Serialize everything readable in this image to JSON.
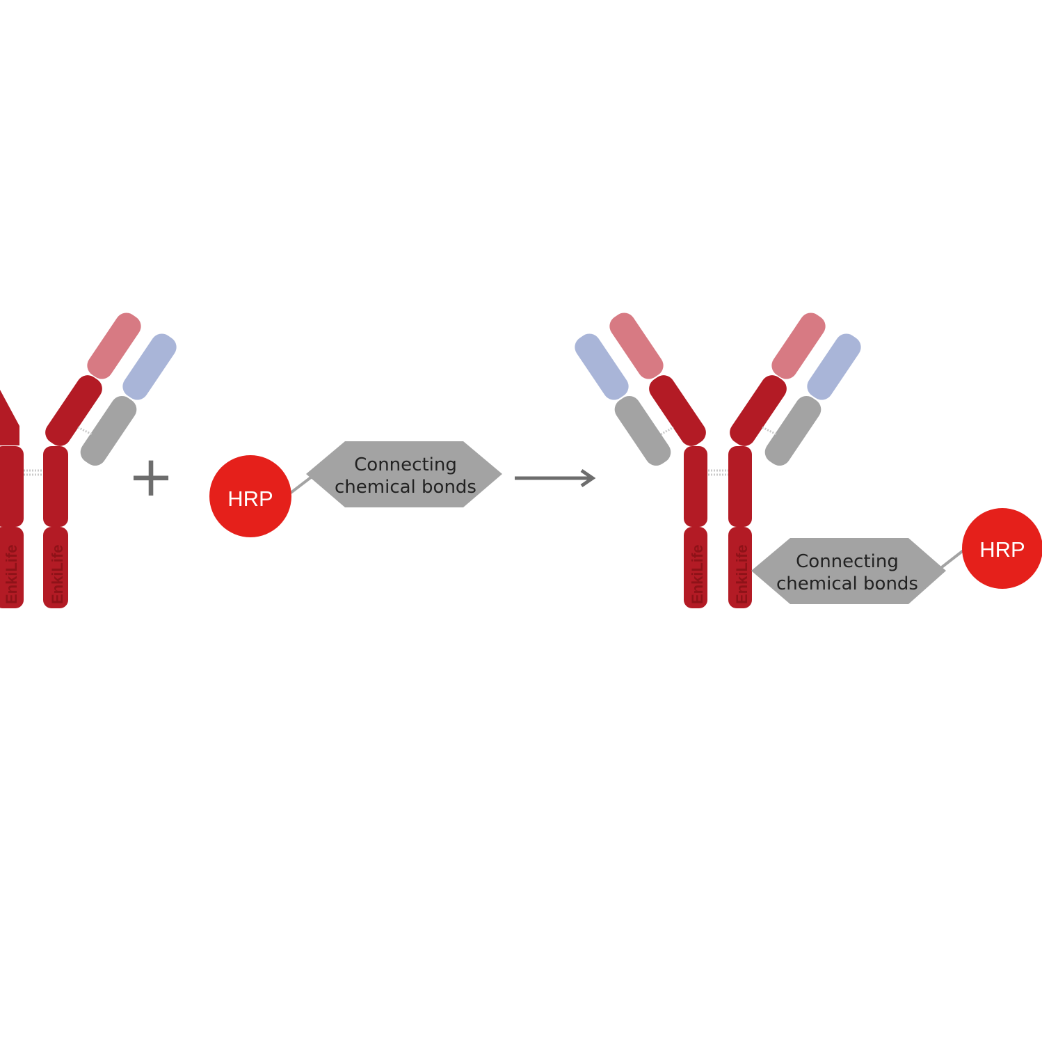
{
  "diagram": {
    "colors": {
      "heavy_chain": "#b31b25",
      "heavy_chain_variable": "#d77a83",
      "light_chain_constant": "#a3a3a3",
      "light_chain_variable": "#a9b5d8",
      "hrp": "#e5201b",
      "linker": "#a3a3a3",
      "arrow": "#6d6d6d",
      "plus": "#6d6d6d"
    },
    "operator": "+",
    "reactant_antibody": {
      "watermark_left": "EnkiLife",
      "watermark_right": "EnkiLife"
    },
    "reactant_conjugate": {
      "enzyme_label": "HRP",
      "linker_line1": "Connecting",
      "linker_line2": "chemical bonds"
    },
    "product": {
      "watermark_left": "EnkiLife",
      "watermark_right": "EnkiLife",
      "enzyme_label": "HRP",
      "linker_line1": "Connecting",
      "linker_line2": "chemical bonds"
    }
  }
}
